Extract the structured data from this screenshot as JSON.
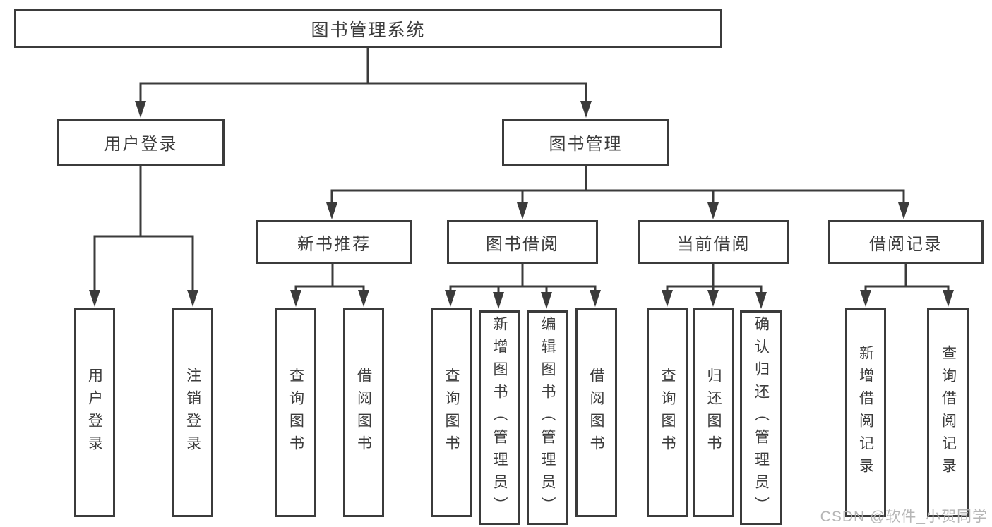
{
  "diagram": {
    "root": {
      "label": "图书管理系统"
    },
    "branches": [
      {
        "label": "用户登录",
        "children": [
          {
            "label": "用户登录"
          },
          {
            "label": "注销登录"
          }
        ]
      },
      {
        "label": "图书管理",
        "children": [
          {
            "label": "新书推荐",
            "children": [
              {
                "label": "查询图书"
              },
              {
                "label": "借阅图书"
              }
            ]
          },
          {
            "label": "图书借阅",
            "children": [
              {
                "label": "查询图书"
              },
              {
                "label": "新增图书（管理员）"
              },
              {
                "label": "编辑图书（管理员）"
              },
              {
                "label": "借阅图书"
              }
            ]
          },
          {
            "label": "当前借阅",
            "children": [
              {
                "label": "查询图书"
              },
              {
                "label": "归还图书"
              },
              {
                "label": "确认归还（管理员）"
              }
            ]
          },
          {
            "label": "借阅记录",
            "children": [
              {
                "label": "新增借阅记录"
              },
              {
                "label": "查询借阅记录"
              }
            ]
          }
        ]
      }
    ],
    "watermark": "CSDN @软件_小贺同学",
    "colors": {
      "line": "#3b3b3b",
      "text": "#3c3c3c",
      "watermark": "#b2b2b2",
      "background": "#ffffff"
    }
  }
}
